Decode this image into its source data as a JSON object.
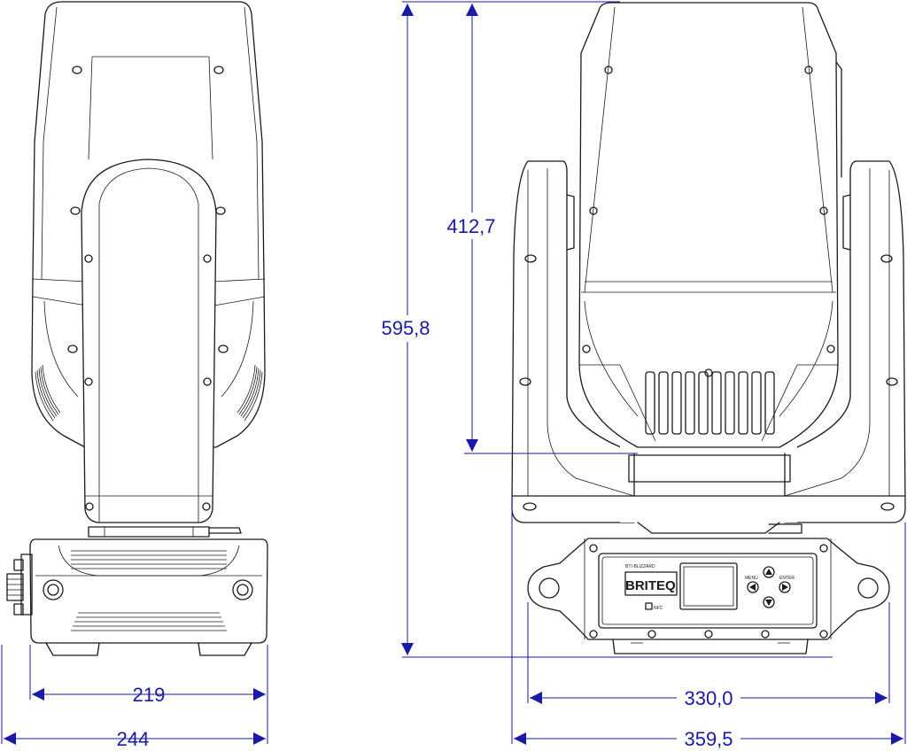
{
  "dimensions": {
    "side_inner_width": "219",
    "side_outer_width": "244",
    "head_height": "412,7",
    "total_height": "595,8",
    "front_inner_width": "330,0",
    "front_outer_width": "359,5"
  },
  "panel": {
    "brand": "BRITEQ",
    "model": "BTI-BLIZZARD",
    "menu_label": "MENU",
    "enter_label": "ENTER",
    "nfc_label": "NFC"
  },
  "colors": {
    "dimension": "#1a1aa8",
    "outline": "#1a1a1a"
  }
}
